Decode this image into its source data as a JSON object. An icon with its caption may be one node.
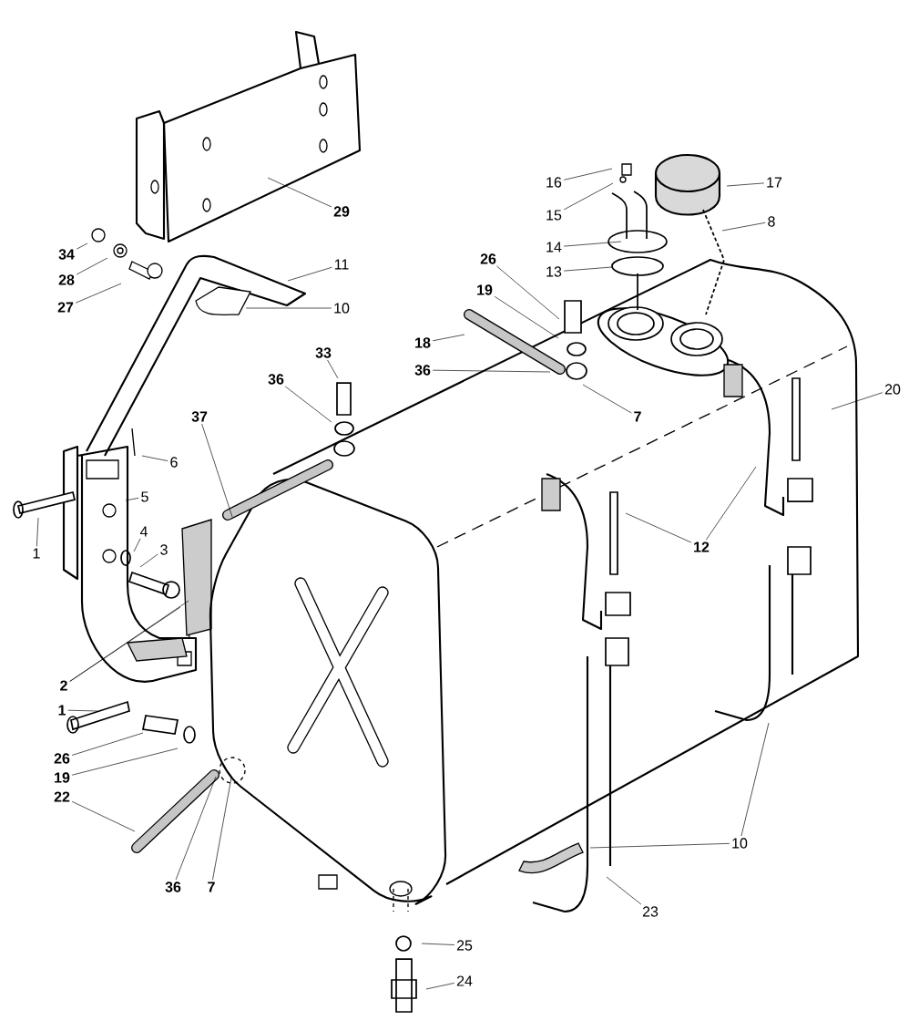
{
  "diagram": {
    "nodes": [
      {
        "text": [
          "29"
        ]
      },
      {
        "text": [
          "34"
        ]
      },
      {
        "text": [
          "28"
        ]
      },
      {
        "text": [
          "27"
        ]
      },
      {
        "text": [
          "11"
        ]
      },
      {
        "text": [
          "10"
        ]
      },
      {
        "text": [
          "33"
        ]
      },
      {
        "text": [
          "36"
        ]
      },
      {
        "text": [
          "37"
        ]
      },
      {
        "text": [
          "6"
        ]
      },
      {
        "text": [
          "5"
        ]
      },
      {
        "text": [
          "4"
        ]
      },
      {
        "text": [
          "3"
        ]
      },
      {
        "text": [
          "1"
        ]
      },
      {
        "text": [
          "2"
        ]
      },
      {
        "text": [
          "1"
        ]
      },
      {
        "text": [
          "26"
        ]
      },
      {
        "text": [
          "19"
        ]
      },
      {
        "text": [
          "22"
        ]
      },
      {
        "text": [
          "36"
        ]
      },
      {
        "text": [
          "7"
        ]
      },
      {
        "text": [
          "16"
        ]
      },
      {
        "text": [
          "15"
        ]
      },
      {
        "text": [
          "17"
        ]
      },
      {
        "text": [
          "14"
        ]
      },
      {
        "text": [
          "8"
        ]
      },
      {
        "text": [
          "13"
        ]
      },
      {
        "text": [
          "26"
        ]
      },
      {
        "text": [
          "19"
        ]
      },
      {
        "text": [
          "18"
        ]
      },
      {
        "text": [
          "36"
        ]
      },
      {
        "text": [
          "7"
        ]
      },
      {
        "text": [
          "20"
        ]
      },
      {
        "text": [
          "12"
        ]
      },
      {
        "text": [
          "10"
        ]
      },
      {
        "text": [
          "23"
        ]
      },
      {
        "text": [
          "25"
        ]
      },
      {
        "text": [
          "24"
        ]
      }
    ],
    "edges": [
      {
        "from": 0,
        "to": null,
        "arrow": "none"
      },
      {
        "from": 1,
        "to": null,
        "arrow": "none"
      },
      {
        "from": 2,
        "to": null,
        "arrow": "none"
      },
      {
        "from": 3,
        "to": null,
        "arrow": "none"
      },
      {
        "from": 4,
        "to": null,
        "arrow": "none"
      },
      {
        "from": 5,
        "to": null,
        "arrow": "none"
      },
      {
        "from": 6,
        "to": null,
        "arrow": "none"
      },
      {
        "from": 7,
        "to": null,
        "arrow": "none"
      },
      {
        "from": 8,
        "to": null,
        "arrow": "none"
      },
      {
        "from": 9,
        "to": null,
        "arrow": "none"
      },
      {
        "from": 10,
        "to": null,
        "arrow": "none"
      },
      {
        "from": 11,
        "to": null,
        "arrow": "none"
      },
      {
        "from": 12,
        "to": null,
        "arrow": "none"
      },
      {
        "from": 13,
        "to": null,
        "arrow": "none"
      },
      {
        "from": 14,
        "to": null,
        "arrow": "none"
      },
      {
        "from": 14,
        "to": null,
        "arrow": "none"
      },
      {
        "from": 15,
        "to": null,
        "arrow": "none"
      },
      {
        "from": 16,
        "to": null,
        "arrow": "none"
      },
      {
        "from": 17,
        "to": null,
        "arrow": "none"
      },
      {
        "from": 18,
        "to": null,
        "arrow": "none"
      },
      {
        "from": 19,
        "to": null,
        "arrow": "none"
      },
      {
        "from": 20,
        "to": null,
        "arrow": "none"
      },
      {
        "from": 21,
        "to": null,
        "arrow": "none"
      },
      {
        "from": 22,
        "to": null,
        "arrow": "none"
      },
      {
        "from": 23,
        "to": null,
        "arrow": "none"
      },
      {
        "from": 24,
        "to": null,
        "arrow": "none"
      },
      {
        "from": 25,
        "to": null,
        "arrow": "none"
      },
      {
        "from": 26,
        "to": null,
        "arrow": "none"
      },
      {
        "from": 27,
        "to": null,
        "arrow": "none"
      },
      {
        "from": 28,
        "to": null,
        "arrow": "none"
      },
      {
        "from": 29,
        "to": null,
        "arrow": "none"
      },
      {
        "from": 30,
        "to": null,
        "arrow": "none"
      },
      {
        "from": 31,
        "to": null,
        "arrow": "none"
      },
      {
        "from": 32,
        "to": null,
        "arrow": "none"
      },
      {
        "from": 33,
        "to": null,
        "arrow": "none"
      },
      {
        "from": 33,
        "to": null,
        "arrow": "none"
      },
      {
        "from": 34,
        "to": null,
        "arrow": "none"
      },
      {
        "from": 34,
        "to": null,
        "arrow": "none"
      },
      {
        "from": 35,
        "to": null,
        "arrow": "none"
      },
      {
        "from": 36,
        "to": null,
        "arrow": "none"
      },
      {
        "from": 37,
        "to": null,
        "arrow": "none"
      }
    ]
  }
}
